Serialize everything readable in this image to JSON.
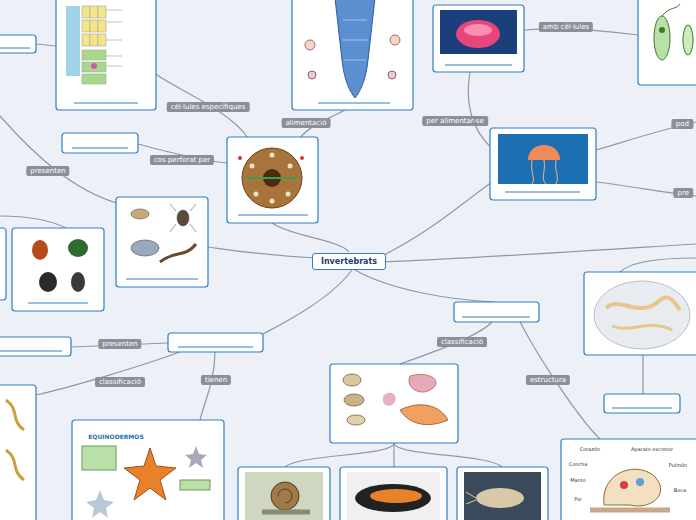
{
  "diagram": {
    "nodes": [
      {
        "text": [
          "Invertebrats"
        ]
      }
    ],
    "labels": [
      "cèl·lules específiques",
      "alimentació",
      "amb cèl·lules",
      "per alimentar-se",
      "cos perforat per",
      "presenten",
      "pod",
      "pre",
      "presenten",
      "classificació",
      "tienen",
      "classificació",
      "estructura",
      "EQUINODERMOS",
      "Corazón",
      "Aparato excretor",
      "Concha",
      "Pulmón",
      "Manto",
      "Boca",
      "Pie"
    ]
  }
}
